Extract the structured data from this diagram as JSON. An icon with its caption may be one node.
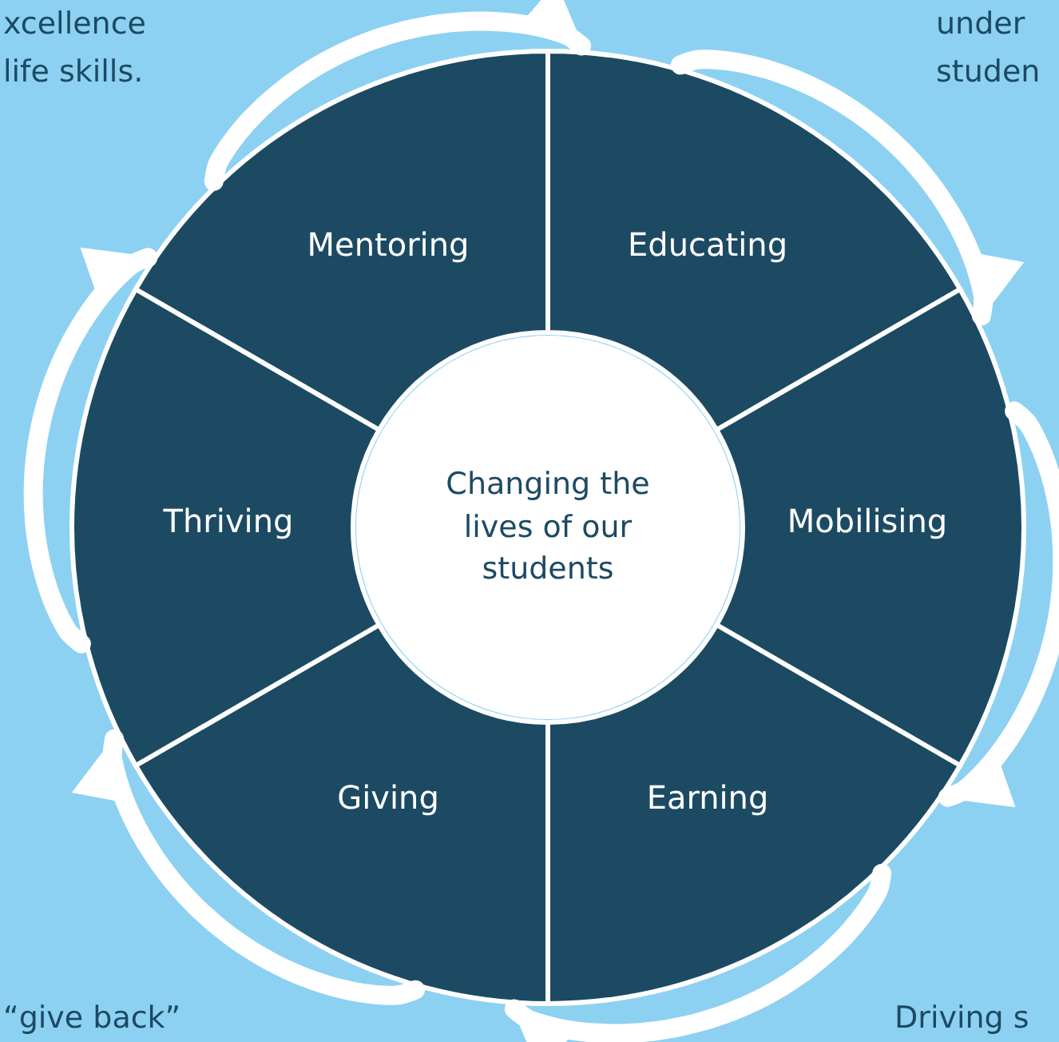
{
  "diagram": {
    "nodes": [
      {
        "text": [
          "Mentoring"
        ]
      },
      {
        "text": [
          "Educating"
        ]
      },
      {
        "text": [
          "Mobilising"
        ]
      },
      {
        "text": [
          "Earning"
        ]
      },
      {
        "text": [
          "Giving"
        ]
      },
      {
        "text": [
          "Thriving"
        ]
      },
      {
        "text": [
          "Changing the lives of our students"
        ]
      }
    ],
    "edges": [
      {
        "from": 0,
        "to": 1,
        "arrow": "to"
      },
      {
        "from": 1,
        "to": 2,
        "arrow": "to"
      },
      {
        "from": 2,
        "to": 3,
        "arrow": "to"
      },
      {
        "from": 3,
        "to": 4,
        "arrow": "to"
      },
      {
        "from": 4,
        "to": 5,
        "arrow": "to"
      },
      {
        "from": 5,
        "to": 0,
        "arrow": "to"
      }
    ],
    "labels": [
      "xcellence",
      "life skills.",
      "under",
      "studen",
      "“give back”",
      "Driving s"
    ]
  }
}
